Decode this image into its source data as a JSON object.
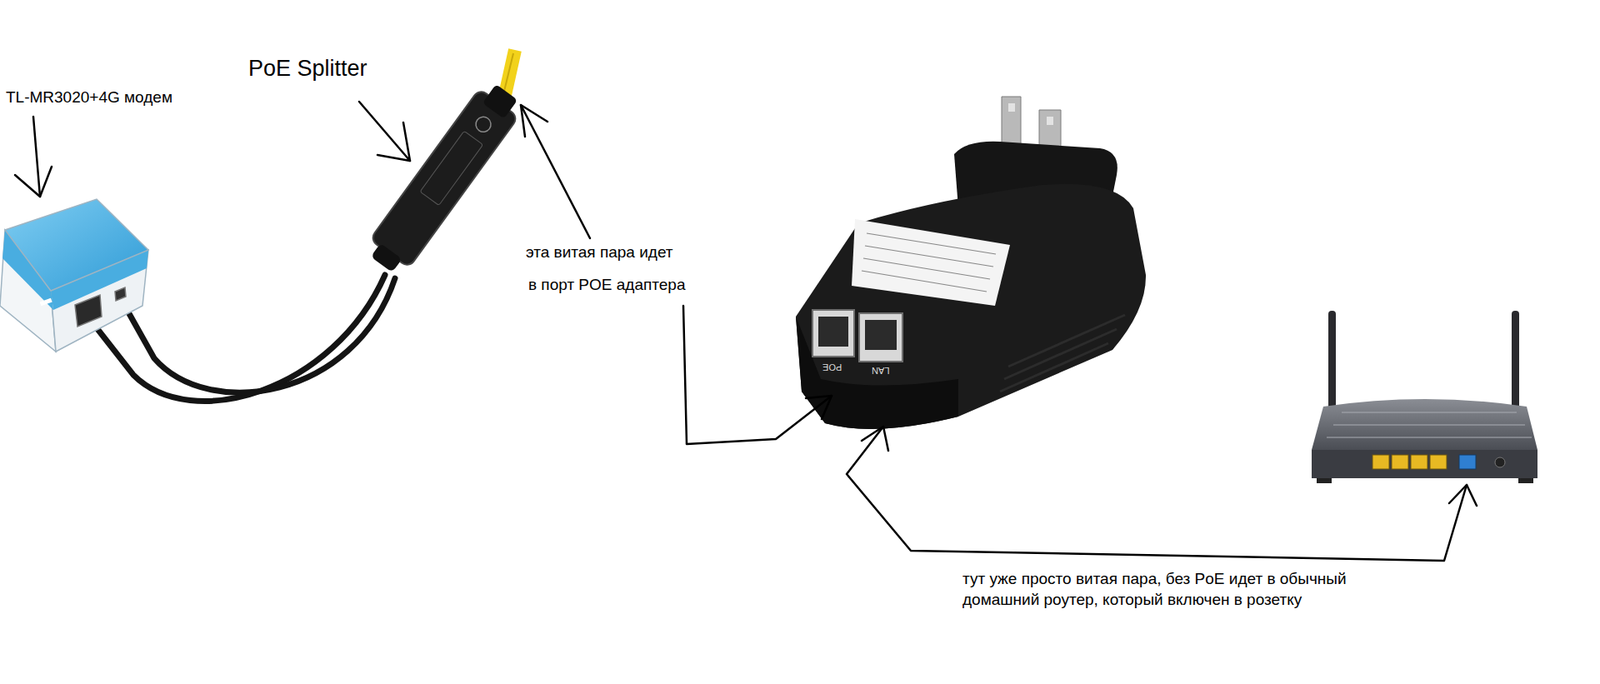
{
  "diagram": {
    "labels": [
      "TL-MR3020+4G модем",
      "PoE Splitter",
      "эта витая пара идет",
      "в порт POE адаптера",
      "тут уже просто витая пара, без PoE идет в обычный",
      "домашний роутер, который включен в розетку",
      "POE",
      "LAN"
    ]
  }
}
